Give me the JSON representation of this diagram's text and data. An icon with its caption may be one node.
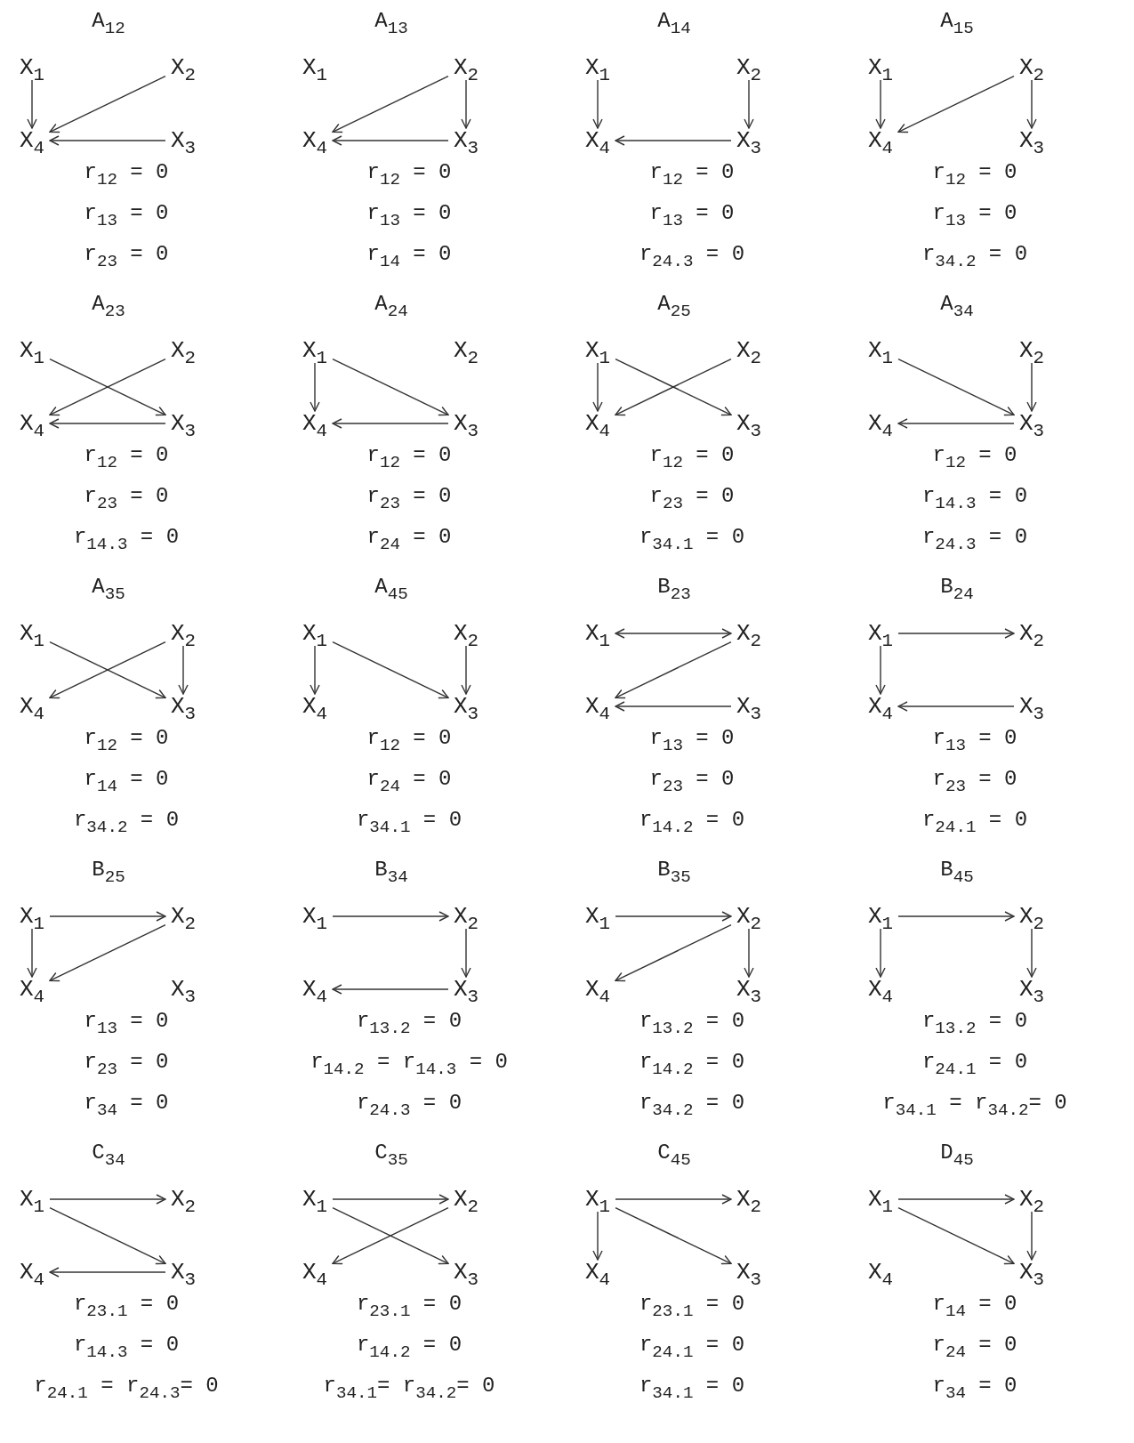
{
  "diagram": {
    "nodes": [
      {
        "text": [
          "X$_{1}$"
        ]
      },
      {
        "text": [
          "X$_{2}$"
        ]
      },
      {
        "text": [
          "X$_{4}$"
        ]
      },
      {
        "text": [
          "X$_{3}$"
        ]
      },
      {
        "text": [
          "X$_{1}$"
        ]
      },
      {
        "text": [
          "X$_{2}$"
        ]
      },
      {
        "text": [
          "X$_{4}$"
        ]
      },
      {
        "text": [
          "X$_{3}$"
        ]
      },
      {
        "text": [
          "X$_{1}$"
        ]
      },
      {
        "text": [
          "X$_{2}$"
        ]
      },
      {
        "text": [
          "X$_{4}$"
        ]
      },
      {
        "text": [
          "X$_{3}$"
        ]
      },
      {
        "text": [
          "X$_{1}$"
        ]
      },
      {
        "text": [
          "X$_{2}$"
        ]
      },
      {
        "text": [
          "X$_{4}$"
        ]
      },
      {
        "text": [
          "X$_{3}$"
        ]
      },
      {
        "text": [
          "X$_{1}$"
        ]
      },
      {
        "text": [
          "X$_{2}$"
        ]
      },
      {
        "text": [
          "X$_{4}$"
        ]
      },
      {
        "text": [
          "X$_{3}$"
        ]
      },
      {
        "text": [
          "X$_{1}$"
        ]
      },
      {
        "text": [
          "X$_{2}$"
        ]
      },
      {
        "text": [
          "X$_{4}$"
        ]
      },
      {
        "text": [
          "X$_{3}$"
        ]
      },
      {
        "text": [
          "X$_{1}$"
        ]
      },
      {
        "text": [
          "X$_{2}$"
        ]
      },
      {
        "text": [
          "X$_{4}$"
        ]
      },
      {
        "text": [
          "X$_{3}$"
        ]
      },
      {
        "text": [
          "X$_{1}$"
        ]
      },
      {
        "text": [
          "X$_{2}$"
        ]
      },
      {
        "text": [
          "X$_{4}$"
        ]
      },
      {
        "text": [
          "X$_{3}$"
        ]
      },
      {
        "text": [
          "X$_{1}$"
        ]
      },
      {
        "text": [
          "X$_{2}$"
        ]
      },
      {
        "text": [
          "X$_{4}$"
        ]
      },
      {
        "text": [
          "X$_{3}$"
        ]
      },
      {
        "text": [
          "X$_{1}$"
        ]
      },
      {
        "text": [
          "X$_{2}$"
        ]
      },
      {
        "text": [
          "X$_{4}$"
        ]
      },
      {
        "text": [
          "X$_{3}$"
        ]
      },
      {
        "text": [
          "X$_{1}$"
        ]
      },
      {
        "text": [
          "X$_{2}$"
        ]
      },
      {
        "text": [
          "X$_{4}$"
        ]
      },
      {
        "text": [
          "X$_{3}$"
        ]
      },
      {
        "text": [
          "X$_{1}$"
        ]
      },
      {
        "text": [
          "X$_{2}$"
        ]
      },
      {
        "text": [
          "X$_{4}$"
        ]
      },
      {
        "text": [
          "X$_{3}$"
        ]
      },
      {
        "text": [
          "X$_{1}$"
        ]
      },
      {
        "text": [
          "X$_{2}$"
        ]
      },
      {
        "text": [
          "X$_{4}$"
        ]
      },
      {
        "text": [
          "X$_{3}$"
        ]
      },
      {
        "text": [
          "X$_{1}$"
        ]
      },
      {
        "text": [
          "X$_{2}$"
        ]
      },
      {
        "text": [
          "X$_{4}$"
        ]
      },
      {
        "text": [
          "X$_{3}$"
        ]
      },
      {
        "text": [
          "X$_{1}$"
        ]
      },
      {
        "text": [
          "X$_{2}$"
        ]
      },
      {
        "text": [
          "X$_{4}$"
        ]
      },
      {
        "text": [
          "X$_{3}$"
        ]
      },
      {
        "text": [
          "X$_{1}$"
        ]
      },
      {
        "text": [
          "X$_{2}$"
        ]
      },
      {
        "text": [
          "X$_{4}$"
        ]
      },
      {
        "text": [
          "X$_{3}$"
        ]
      },
      {
        "text": [
          "X$_{1}$"
        ]
      },
      {
        "text": [
          "X$_{2}$"
        ]
      },
      {
        "text": [
          "X$_{4}$"
        ]
      },
      {
        "text": [
          "X$_{3}$"
        ]
      },
      {
        "text": [
          "X$_{1}$"
        ]
      },
      {
        "text": [
          "X$_{2}$"
        ]
      },
      {
        "text": [
          "X$_{4}$"
        ]
      },
      {
        "text": [
          "X$_{3}$"
        ]
      },
      {
        "text": [
          "X$_{1}$"
        ]
      },
      {
        "text": [
          "X$_{2}$"
        ]
      },
      {
        "text": [
          "X$_{4}$"
        ]
      },
      {
        "text": [
          "X$_{3}$"
        ]
      },
      {
        "text": [
          "X$_{1}$"
        ]
      },
      {
        "text": [
          "X$_{2}$"
        ]
      },
      {
        "text": [
          "X$_{4}$"
        ]
      },
      {
        "text": [
          "X$_{3}$"
        ]
      }
    ],
    "edges": [
      {
        "from": 0,
        "to": 2,
        "arrow": "to"
      },
      {
        "from": 1,
        "to": 2,
        "arrow": "to"
      },
      {
        "from": 3,
        "to": 2,
        "arrow": "to"
      },
      {
        "from": 5,
        "to": 6,
        "arrow": "to"
      },
      {
        "from": 5,
        "to": 7,
        "arrow": "to"
      },
      {
        "from": 7,
        "to": 6,
        "arrow": "to"
      },
      {
        "from": 8,
        "to": 10,
        "arrow": "to"
      },
      {
        "from": 9,
        "to": 11,
        "arrow": "to"
      },
      {
        "from": 11,
        "to": 10,
        "arrow": "to"
      },
      {
        "from": 12,
        "to": 14,
        "arrow": "to"
      },
      {
        "from": 13,
        "to": 14,
        "arrow": "to"
      },
      {
        "from": 13,
        "to": 15,
        "arrow": "to"
      },
      {
        "from": 16,
        "to": 19,
        "arrow": "to"
      },
      {
        "from": 17,
        "to": 18,
        "arrow": "to"
      },
      {
        "from": 19,
        "to": 18,
        "arrow": "to"
      },
      {
        "from": 20,
        "to": 22,
        "arrow": "to"
      },
      {
        "from": 20,
        "to": 23,
        "arrow": "to"
      },
      {
        "from": 23,
        "to": 22,
        "arrow": "to"
      },
      {
        "from": 24,
        "to": 26,
        "arrow": "to"
      },
      {
        "from": 24,
        "to": 27,
        "arrow": "to"
      },
      {
        "from": 25,
        "to": 26,
        "arrow": "to"
      },
      {
        "from": 28,
        "to": 31,
        "arrow": "to"
      },
      {
        "from": 29,
        "to": 31,
        "arrow": "to"
      },
      {
        "from": 31,
        "to": 30,
        "arrow": "to"
      },
      {
        "from": 32,
        "to": 35,
        "arrow": "to"
      },
      {
        "from": 33,
        "to": 34,
        "arrow": "to"
      },
      {
        "from": 33,
        "to": 35,
        "arrow": "to"
      },
      {
        "from": 36,
        "to": 38,
        "arrow": "to"
      },
      {
        "from": 36,
        "to": 39,
        "arrow": "to"
      },
      {
        "from": 37,
        "to": 39,
        "arrow": "to"
      },
      {
        "from": 40,
        "to": 41,
        "arrow": "both"
      },
      {
        "from": 41,
        "to": 42,
        "arrow": "to"
      },
      {
        "from": 43,
        "to": 42,
        "arrow": "to"
      },
      {
        "from": 44,
        "to": 45,
        "arrow": "to"
      },
      {
        "from": 44,
        "to": 46,
        "arrow": "to"
      },
      {
        "from": 47,
        "to": 46,
        "arrow": "to"
      },
      {
        "from": 48,
        "to": 49,
        "arrow": "to"
      },
      {
        "from": 48,
        "to": 50,
        "arrow": "to"
      },
      {
        "from": 49,
        "to": 50,
        "arrow": "to"
      },
      {
        "from": 52,
        "to": 53,
        "arrow": "to"
      },
      {
        "from": 53,
        "to": 55,
        "arrow": "to"
      },
      {
        "from": 55,
        "to": 54,
        "arrow": "to"
      },
      {
        "from": 56,
        "to": 57,
        "arrow": "to"
      },
      {
        "from": 57,
        "to": 58,
        "arrow": "to"
      },
      {
        "from": 57,
        "to": 59,
        "arrow": "to"
      },
      {
        "from": 60,
        "to": 61,
        "arrow": "to"
      },
      {
        "from": 60,
        "to": 62,
        "arrow": "to"
      },
      {
        "from": 61,
        "to": 63,
        "arrow": "to"
      },
      {
        "from": 64,
        "to": 65,
        "arrow": "to"
      },
      {
        "from": 64,
        "to": 67,
        "arrow": "to"
      },
      {
        "from": 67,
        "to": 66,
        "arrow": "to"
      },
      {
        "from": 68,
        "to": 69,
        "arrow": "to"
      },
      {
        "from": 68,
        "to": 71,
        "arrow": "to"
      },
      {
        "from": 69,
        "to": 70,
        "arrow": "to"
      },
      {
        "from": 72,
        "to": 73,
        "arrow": "to"
      },
      {
        "from": 72,
        "to": 74,
        "arrow": "to"
      },
      {
        "from": 72,
        "to": 75,
        "arrow": "to"
      },
      {
        "from": 76,
        "to": 77,
        "arrow": "to"
      },
      {
        "from": 76,
        "to": 79,
        "arrow": "to"
      },
      {
        "from": 77,
        "to": 79,
        "arrow": "to"
      }
    ],
    "labels": [
      "A$_{12}$",
      "r$_{12}$ = 0",
      "r$_{13}$ = 0",
      "r$_{23}$ = 0",
      "A$_{13}$",
      "r$_{12}$ = 0",
      "r$_{13}$ = 0",
      "r$_{14}$ = 0",
      "A$_{14}$",
      "r$_{12}$ = 0",
      "r$_{13}$ = 0",
      "r$_{24.3}$ = 0",
      "A$_{15}$",
      "r$_{12}$ = 0",
      "r$_{13}$ = 0",
      "r$_{34.2}$ = 0",
      "A$_{23}$",
      "r$_{12}$ = 0",
      "r$_{23}$ = 0",
      "r$_{14.3}$ = 0",
      "A$_{24}$",
      "r$_{12}$ = 0",
      "r$_{23}$ = 0",
      "r$_{24}$ = 0",
      "A$_{25}$",
      "r$_{12}$ = 0",
      "r$_{23}$ = 0",
      "r$_{34.1}$ = 0",
      "A$_{34}$",
      "r$_{12}$ = 0",
      "r$_{14.3}$ = 0",
      "r$_{24.3}$ = 0",
      "A$_{35}$",
      "r$_{12}$ = 0",
      "r$_{14}$ = 0",
      "r$_{34.2}$ = 0",
      "A$_{45}$",
      "r$_{12}$ = 0",
      "r$_{24}$ = 0",
      "r$_{34.1}$ = 0",
      "B$_{23}$",
      "r$_{13}$ = 0",
      "r$_{23}$ = 0",
      "r$_{14.2}$ = 0",
      "B$_{24}$",
      "r$_{13}$ = 0",
      "r$_{23}$ = 0",
      "r$_{24.1}$ = 0",
      "B$_{25}$",
      "r$_{13}$ = 0",
      "r$_{23}$ = 0",
      "r$_{34}$ = 0",
      "B$_{34}$",
      "r$_{13.2}$ = 0",
      "r$_{14.2}$ = r$_{14.3}$ = 0",
      "r$_{24.3}$ = 0",
      "B$_{35}$",
      "r$_{13.2}$ = 0",
      "r$_{14.2}$ = 0",
      "r$_{34.2}$ = 0",
      "B$_{45}$",
      "r$_{13.2}$ = 0",
      "r$_{24.1}$ = 0",
      "r$_{34.1}$ = r$_{34.2}$= 0",
      "C$_{34}$",
      "r$_{23.1}$ = 0",
      "r$_{14.3}$ = 0",
      "r$_{24.1}$ = r$_{24.3}$= 0",
      "C$_{35}$",
      "r$_{23.1}$ = 0",
      "r$_{14.2}$ = 0",
      "r$_{34.1}$= r$_{34.2}$= 0",
      "C$_{45}$",
      "r$_{23.1}$ = 0",
      "r$_{24.1}$ = 0",
      "r$_{34.1}$ = 0",
      "D$_{45}$",
      "r$_{14}$ = 0",
      "r$_{24}$ = 0",
      "r$_{34}$ = 0"
    ]
  }
}
